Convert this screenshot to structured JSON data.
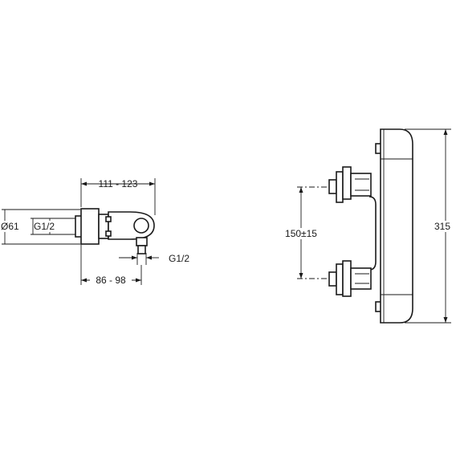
{
  "side_view": {
    "dim_top": "111 - 123",
    "dim_bottom": "86 - 98",
    "dim_diameter": "Ø61",
    "dim_thread_left": "G1/2",
    "dim_thread_outlet": "G1/2"
  },
  "front_view": {
    "dim_spacing": "150±15",
    "dim_height": "315"
  },
  "colors": {
    "stroke": "#1a1a1a",
    "background": "#ffffff"
  }
}
